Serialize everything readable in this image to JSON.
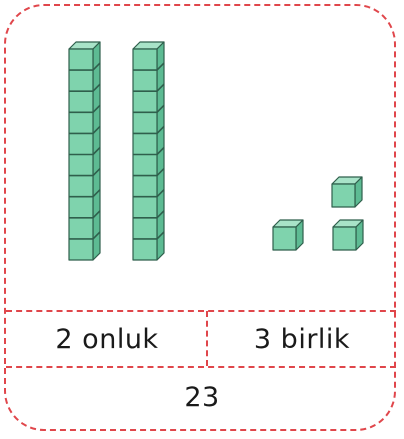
{
  "card": {
    "tens_count": 2,
    "ones_count": 3,
    "units_per_rod": 10,
    "labels": {
      "tens": "2 onluk",
      "ones": "3 birlik",
      "number": "23"
    }
  },
  "colors": {
    "border": "#e0464b",
    "cube_front": "#7fd3ad",
    "cube_top": "#a8e3c8",
    "cube_side": "#5dbb93",
    "cube_line": "#2f5f4c"
  }
}
